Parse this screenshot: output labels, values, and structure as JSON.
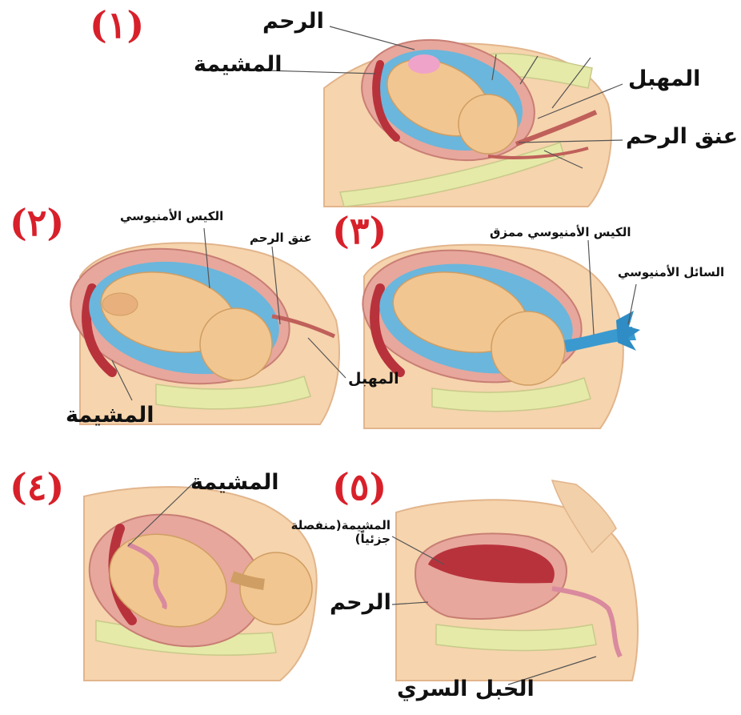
{
  "panels": [
    {
      "number": "(١)",
      "labels": {
        "uterus": "الرحم",
        "placenta": "المشيمة",
        "vagina": "المهبل",
        "cervix": "عنق الرحم"
      }
    },
    {
      "number": "(٢)",
      "labels": {
        "amniotic_sac": "الكيس الأمنيوسي",
        "cervix": "عنق الرحم",
        "vagina": "المهبل",
        "placenta": "المشيمة"
      }
    },
    {
      "number": "(٣)",
      "labels": {
        "torn_amniotic_sac": "الكيس الأمنيوسي ممزق",
        "amniotic_fluid": "السائل الأمنيوسي"
      }
    },
    {
      "number": "(٤)",
      "labels": {
        "placenta": "المشيمة"
      }
    },
    {
      "number": "(٥)",
      "labels": {
        "placenta_detached": "المشيمة(منفصلة جزئياً)",
        "uterus": "الرحم",
        "umbilical_cord": "الحبل السري"
      }
    }
  ],
  "colors": {
    "number_red": "#d8202a",
    "skin": "#f6d4ad",
    "fetus": "#f2c690",
    "uterus_wall": "#e7a79c",
    "placenta": "#b8323c",
    "amniotic_fluid": "#3a9ad0",
    "bone": "#e6eaa8"
  }
}
